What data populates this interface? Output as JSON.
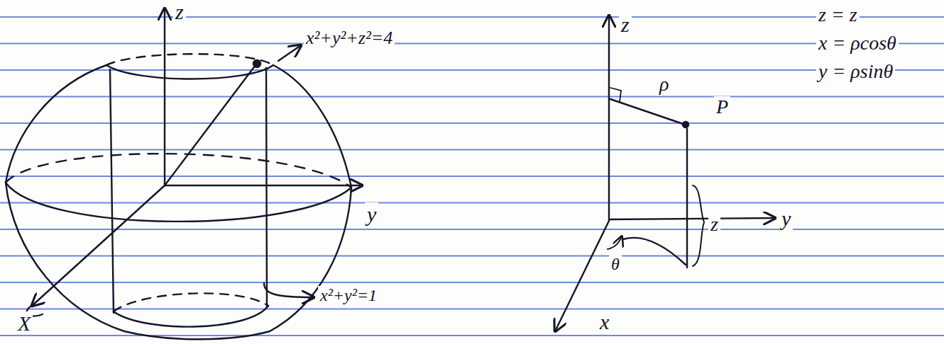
{
  "diagram": {
    "labels": [
      "z",
      "x²+y²+z²=4",
      "y",
      "X",
      "x²+y²=1",
      "z",
      "ρ",
      "P",
      "z",
      "y",
      "θ",
      "x",
      "z = z",
      "x = ρcosθ",
      "y = ρsinθ"
    ]
  }
}
